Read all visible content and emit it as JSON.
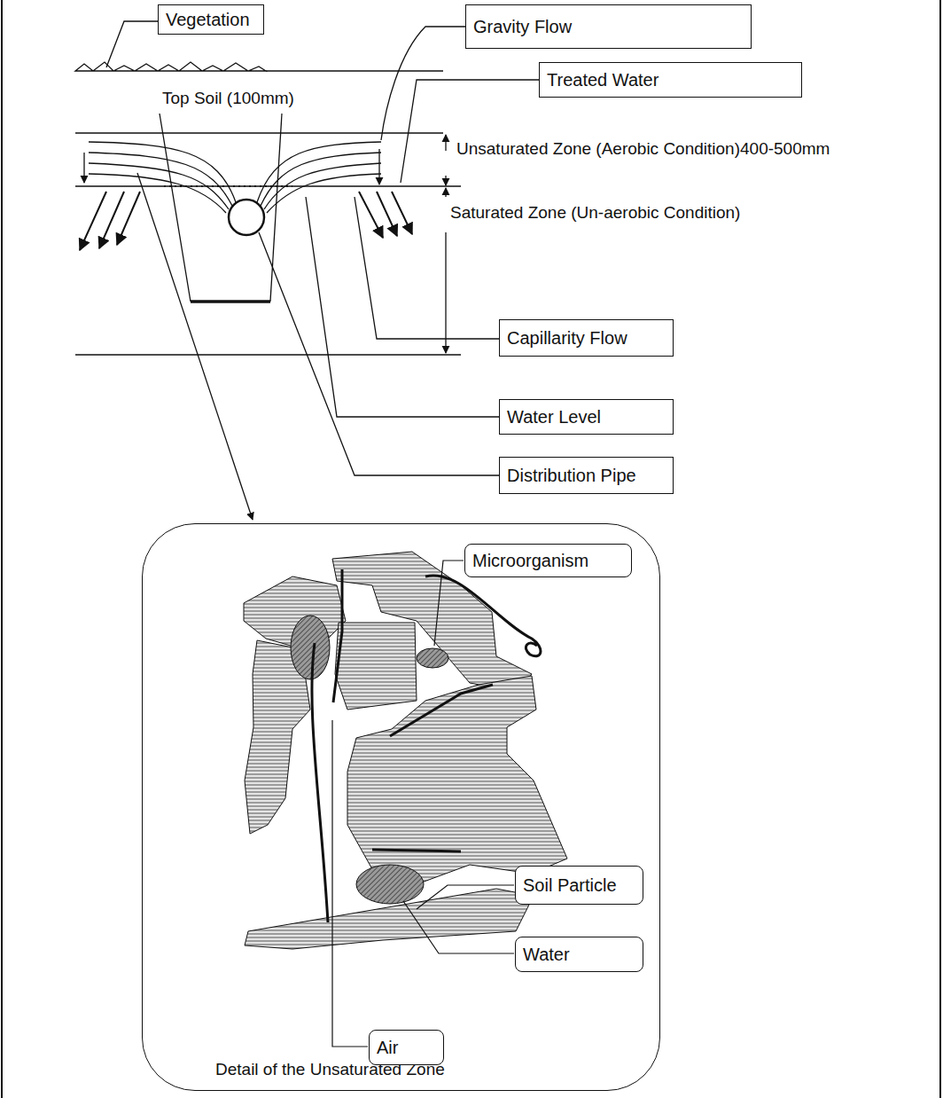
{
  "diagram": {
    "nodes": [
      {
        "text": [
          "Vegetation"
        ]
      },
      {
        "text": [
          "Gravity Flow"
        ]
      },
      {
        "text": [
          "Treated Water"
        ]
      },
      {
        "text": [
          "Capillarity Flow"
        ]
      },
      {
        "text": [
          "Water Level"
        ]
      },
      {
        "text": [
          "Distribution Pipe"
        ]
      },
      {
        "text": [
          "Detail of the Unsaturated Zone"
        ]
      },
      {
        "text": [
          "Microorganism"
        ],
        "in": 6
      },
      {
        "text": [
          "Soil Particle"
        ],
        "in": 6
      },
      {
        "text": [
          "Water"
        ],
        "in": 6
      },
      {
        "text": [
          "Air"
        ],
        "in": 6
      }
    ],
    "labels": [
      "Top Soil (100mm)",
      "Unsaturated Zone (Aerobic Condition)400-500mm",
      "Saturated Zone (Un-aerobic Condition)"
    ]
  }
}
